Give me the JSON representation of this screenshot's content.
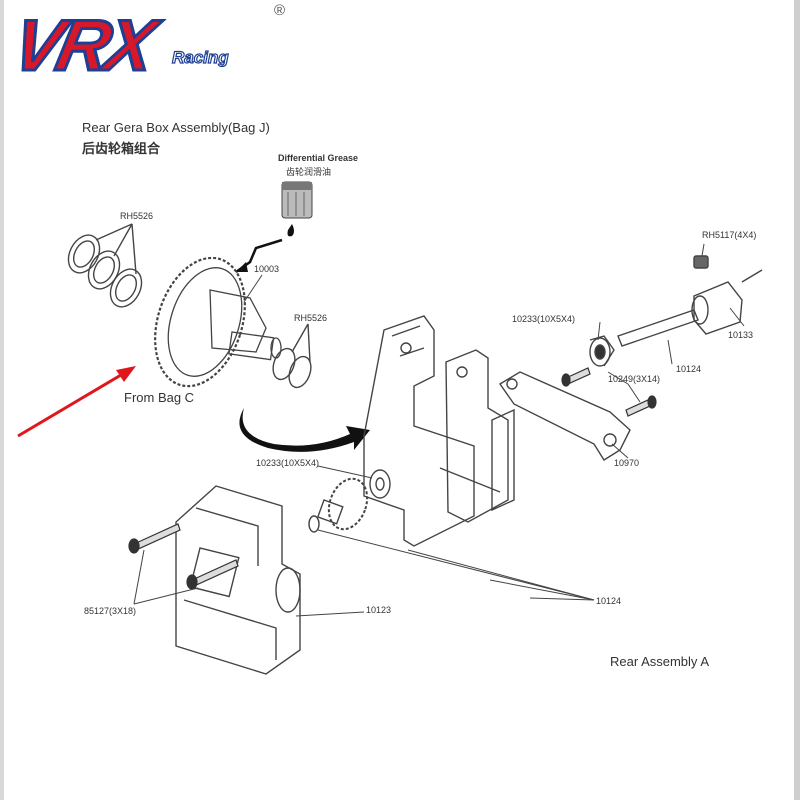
{
  "logo": {
    "brand": "VRX",
    "sub": "Racing",
    "registered": "®",
    "red": "#d7182a",
    "blue": "#1d3f94"
  },
  "header": {
    "title": "Rear Gera Box Assembly(Bag J)",
    "title_cn": "后齿轮箱组合"
  },
  "grease": {
    "label": "Differential Grease",
    "label_cn": "齿轮润滑油"
  },
  "parts": {
    "rh5526_a": "RH5526",
    "p10003": "10003",
    "rh5526_b": "RH5526",
    "from_bag": "From Bag C",
    "rh5117": "RH5117(4X4)",
    "p10133": "10133",
    "p10233_a": "10233(10X5X4)",
    "p10124_a": "10124",
    "p10249": "10249(3X14)",
    "p10970": "10970",
    "p10233_b": "10233(10X5X4)",
    "p85127": "85127(3X18)",
    "p10123": "10123",
    "p10124_b": "10124"
  },
  "footer": {
    "assembly": "Rear Assembly A"
  },
  "colors": {
    "arrow": "#e0161d",
    "line": "#444444"
  }
}
